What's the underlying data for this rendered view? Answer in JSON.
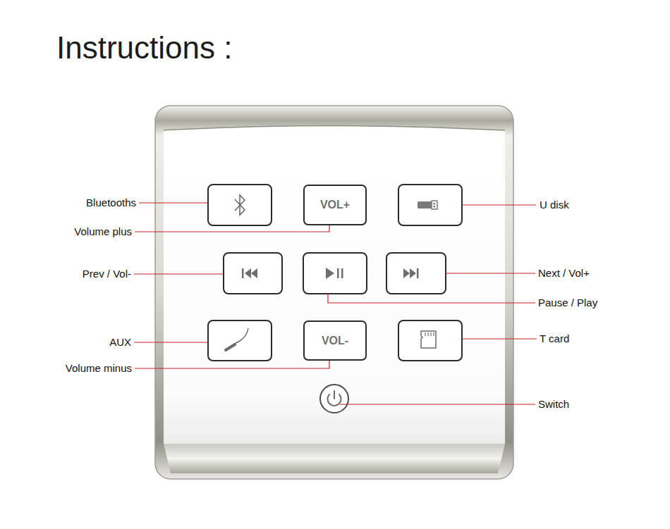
{
  "diagram": {
    "title": "Instructions :",
    "nodes": [
      {
        "text": [
          "VOL+"
        ]
      },
      {
        "text": [
          "VOL-"
        ]
      }
    ],
    "labels": [
      "Bluetooths",
      "Volume plus",
      "Prev / Vol-",
      "AUX",
      "Volume minus",
      "U disk",
      "Next / Vol+",
      "Pause / Play",
      "T card",
      "Switch"
    ]
  }
}
